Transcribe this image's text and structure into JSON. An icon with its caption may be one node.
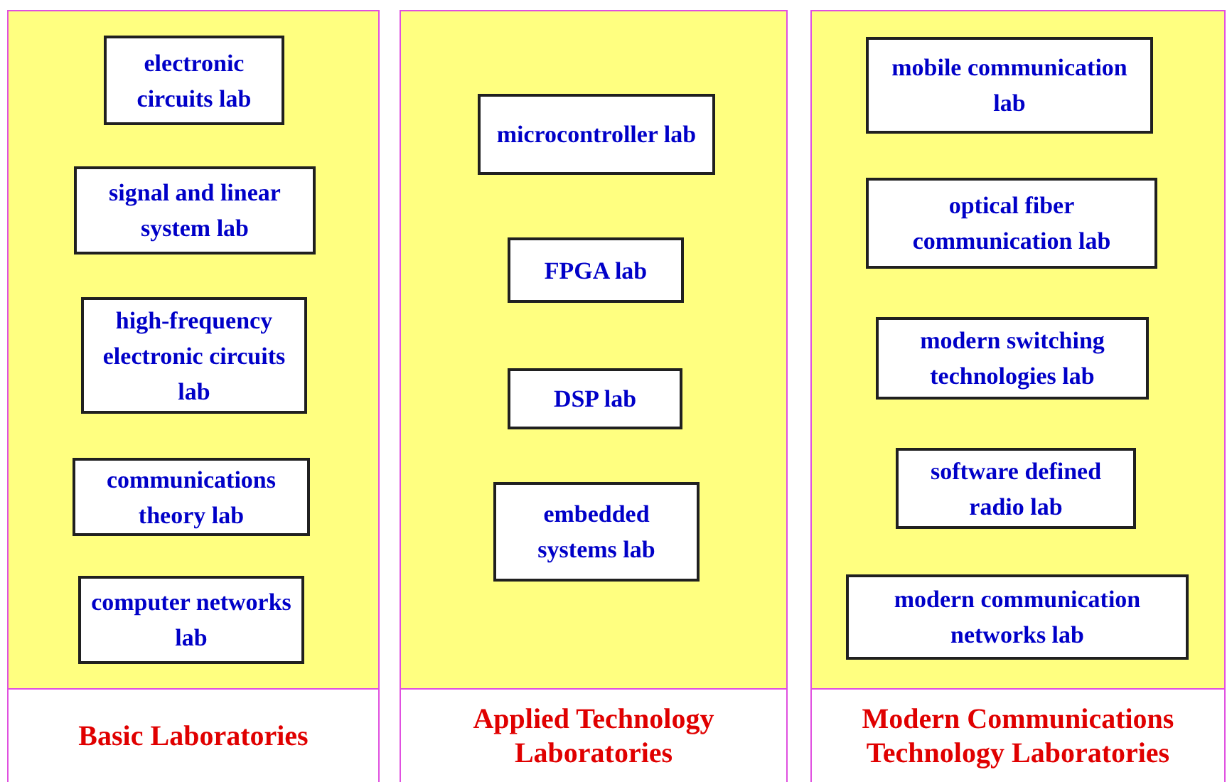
{
  "diagram": {
    "nodes": [
      {
        "text": [
          "Basic Laboratories"
        ]
      },
      {
        "text": [
          "electronic circuits lab"
        ],
        "in": 0
      },
      {
        "text": [
          "signal and linear system lab"
        ],
        "in": 0
      },
      {
        "text": [
          "high-frequency electronic circuits lab"
        ],
        "in": 0
      },
      {
        "text": [
          "communications theory lab"
        ],
        "in": 0
      },
      {
        "text": [
          "computer networks lab"
        ],
        "in": 0
      },
      {
        "text": [
          "Applied Technology Laboratories"
        ]
      },
      {
        "text": [
          "microcontroller lab"
        ],
        "in": 6
      },
      {
        "text": [
          "FPGA lab"
        ],
        "in": 6
      },
      {
        "text": [
          "DSP lab"
        ],
        "in": 6
      },
      {
        "text": [
          "embedded systems lab"
        ],
        "in": 6
      },
      {
        "text": [
          "Modern Communications Technology Laboratories"
        ]
      },
      {
        "text": [
          "mobile communication lab"
        ],
        "in": 11
      },
      {
        "text": [
          "optical fiber communication lab"
        ],
        "in": 11
      },
      {
        "text": [
          "modern switching technologies lab"
        ],
        "in": 11
      },
      {
        "text": [
          "software defined radio lab"
        ],
        "in": 11
      },
      {
        "text": [
          "modern communication networks lab"
        ],
        "in": 11
      }
    ]
  }
}
